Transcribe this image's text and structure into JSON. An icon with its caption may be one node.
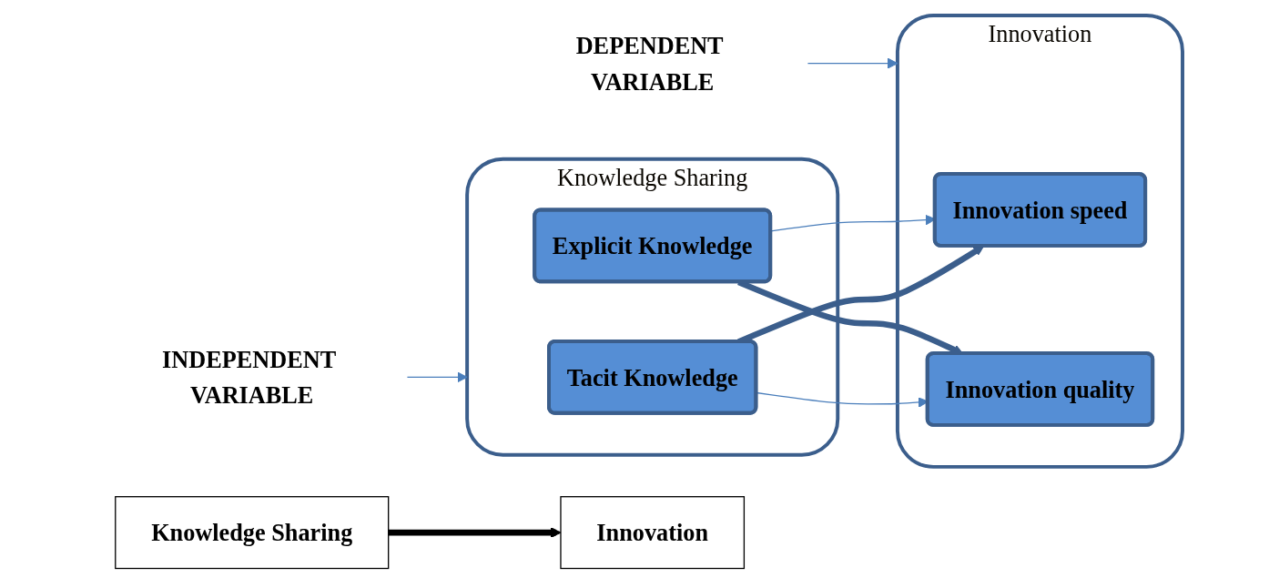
{
  "diagram": {
    "nodes": [
      {
        "text": [
          "INDEPENDENT VARIABLE"
        ]
      },
      {
        "text": [
          "DEPENDENT VARIABLE"
        ]
      },
      {
        "text": [
          "Knowledge Sharing"
        ]
      },
      {
        "text": [
          "Tacit Knowledge"
        ],
        "in": 2
      },
      {
        "text": [
          "Explicit Knowledge"
        ],
        "in": 2
      },
      {
        "text": [
          "Innovation"
        ]
      },
      {
        "text": [
          "Innovation speed"
        ],
        "in": 5
      },
      {
        "text": [
          "Innovation quality"
        ],
        "in": 5
      },
      {
        "text": [
          "Knowledge Sharing"
        ]
      },
      {
        "text": [
          "Innovation"
        ]
      }
    ],
    "edges": [
      {
        "from": 0,
        "to": 2,
        "arrow": "to"
      },
      {
        "from": 1,
        "to": 5,
        "arrow": "to"
      },
      {
        "from": 3,
        "to": 6,
        "arrow": "to",
        "style": "thick",
        "color": "#3b5e8c"
      },
      {
        "from": 3,
        "to": 7,
        "arrow": "to"
      },
      {
        "from": 4,
        "to": 7,
        "arrow": "to",
        "style": "thick",
        "color": "#3b5e8c"
      },
      {
        "from": 4,
        "to": 6,
        "arrow": "to"
      },
      {
        "from": 8,
        "to": 9,
        "arrow": "to",
        "style": "thick",
        "color": "#000000"
      }
    ]
  }
}
